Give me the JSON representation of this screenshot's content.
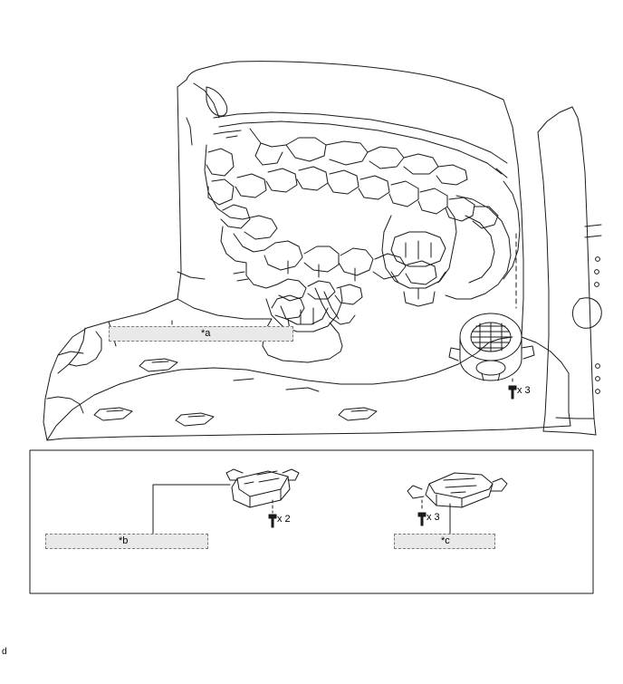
{
  "figure": {
    "title": "",
    "callouts": [
      {
        "id": "a",
        "label": "*a",
        "box": true
      },
      {
        "id": "b",
        "label": "*b",
        "box": true
      },
      {
        "id": "c",
        "label": "*c",
        "box": true
      }
    ],
    "quantities": [
      {
        "id": "blower-bolts",
        "label": "x 3"
      },
      {
        "id": "amplifier-bolts",
        "label": "x 2"
      },
      {
        "id": "ecu-bolts",
        "label": "x 3"
      }
    ],
    "footnote": "d"
  }
}
